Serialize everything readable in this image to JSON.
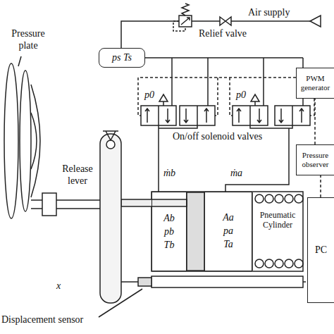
{
  "diagram": {
    "nodes": [
      {
        "text": [
          "ps Ts"
        ]
      },
      {
        "text": [
          "PWM generator"
        ]
      },
      {
        "text": [
          "Pressure observer"
        ]
      },
      {
        "text": [
          "Ab pb Tb"
        ]
      },
      {
        "text": [
          "Aa pa Ta"
        ]
      },
      {
        "text": [
          "PC"
        ]
      }
    ],
    "edges": [
      {
        "from": 2,
        "to": 1,
        "arrow": "none"
      },
      {
        "from": 5,
        "to": 2,
        "arrow": "none"
      }
    ],
    "labels": [
      "Pressure plate",
      "Relief valve",
      "Air supply",
      "On/off solenoid valves",
      "p0",
      "p0",
      "Release lever",
      "ṁb",
      "ṁa",
      "Pneumatic Cylinder",
      "Displacement sensor",
      "x"
    ]
  }
}
